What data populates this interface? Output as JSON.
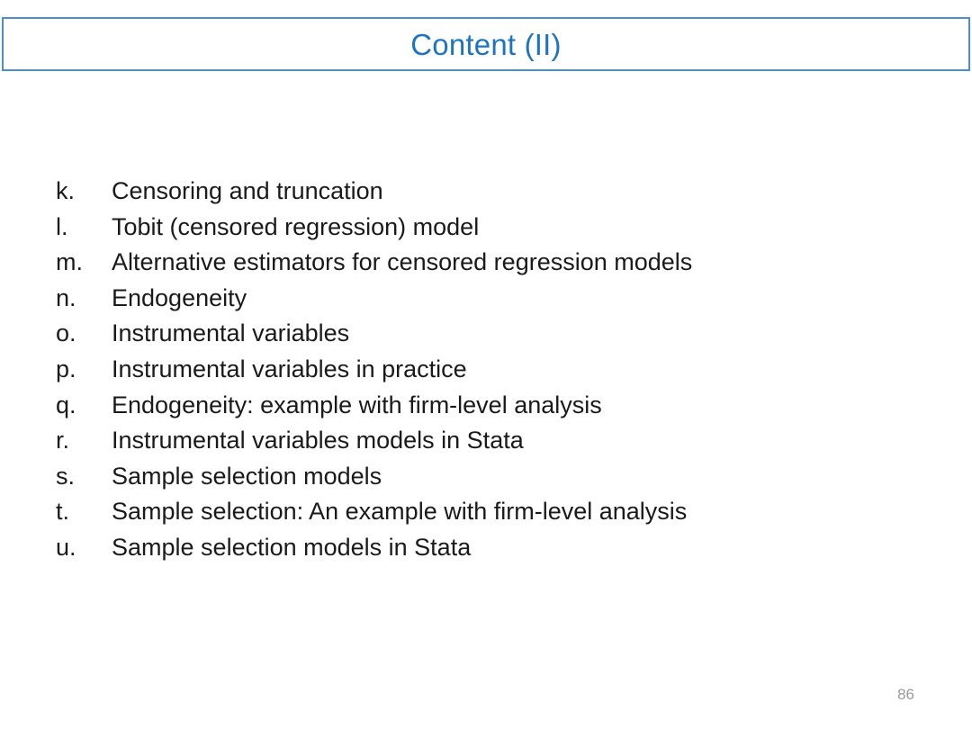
{
  "slide": {
    "page_number": "86",
    "accent_border_color": "#4a90ce",
    "title_color": "#1f74c0",
    "body_text_color": "#1a1a1a",
    "page_number_color": "#9a9a9a",
    "background_color": "#ffffff"
  },
  "title": {
    "text": "Content (II)"
  },
  "content": {
    "items": [
      {
        "marker": "k.",
        "text": "Censoring and truncation"
      },
      {
        "marker": "l.",
        "text": "Tobit (censored regression) model"
      },
      {
        "marker": "m.",
        "text": "Alternative estimators for censored regression models"
      },
      {
        "marker": "n.",
        "text": "Endogeneity"
      },
      {
        "marker": "o.",
        "text": "Instrumental variables"
      },
      {
        "marker": "p.",
        "text": "Instrumental variables in practice"
      },
      {
        "marker": "q.",
        "text": "Endogeneity: example with firm-level analysis"
      },
      {
        "marker": "r.",
        "text": "Instrumental variables models in Stata"
      },
      {
        "marker": "s.",
        "text": "Sample selection models"
      },
      {
        "marker": "t.",
        "text": "Sample selection: An example with firm-level analysis"
      },
      {
        "marker": "u.",
        "text": "Sample selection models in Stata"
      }
    ]
  }
}
